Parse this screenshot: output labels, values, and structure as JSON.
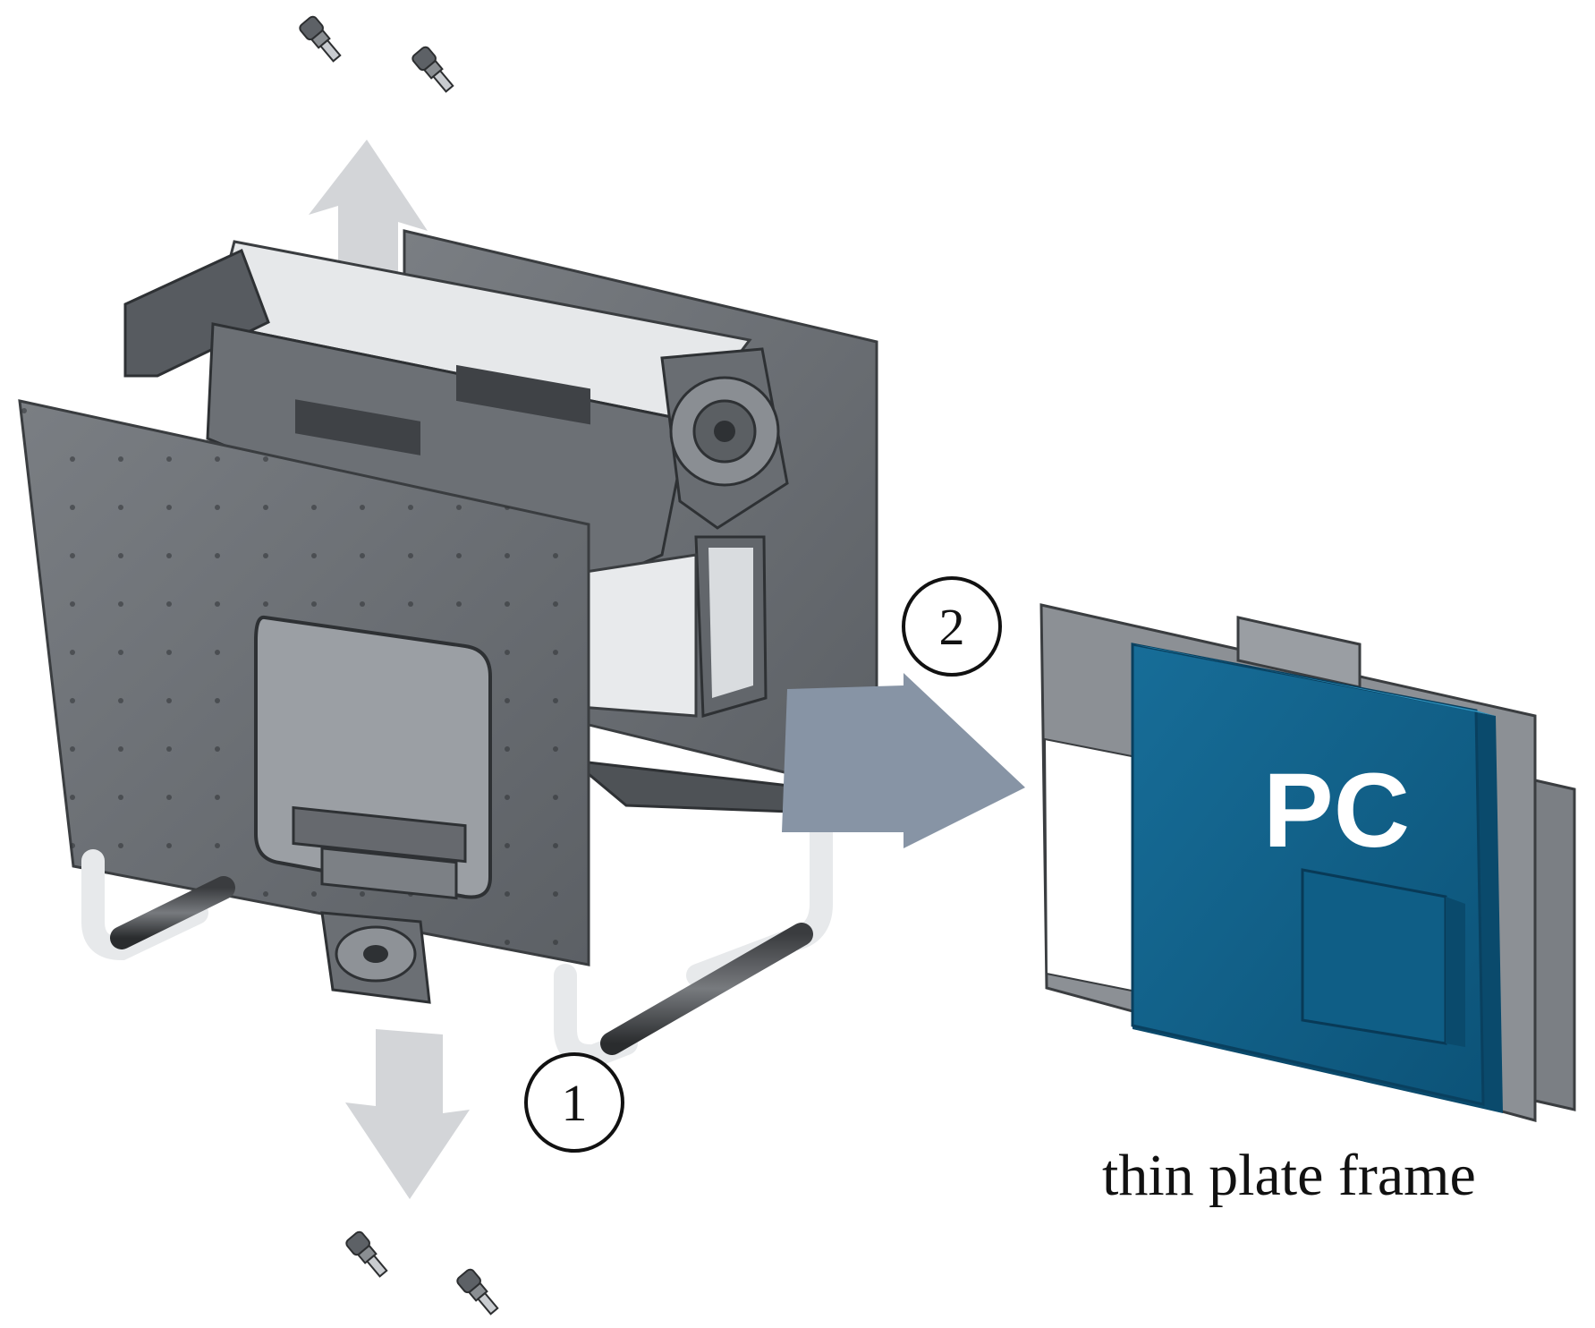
{
  "labels": {
    "step_1": "1",
    "step_2": "2",
    "pc_module": "PC",
    "frame_caption": "thin plate frame"
  },
  "colors": {
    "frame_gray": "#6a6e72",
    "frame_dark": "#4c5053",
    "pc_blue": "#0f5e86",
    "pc_blue_light": "#2d93c0",
    "arrow_light": "#d3d5d8",
    "arrow_blue": "#8794a5"
  }
}
